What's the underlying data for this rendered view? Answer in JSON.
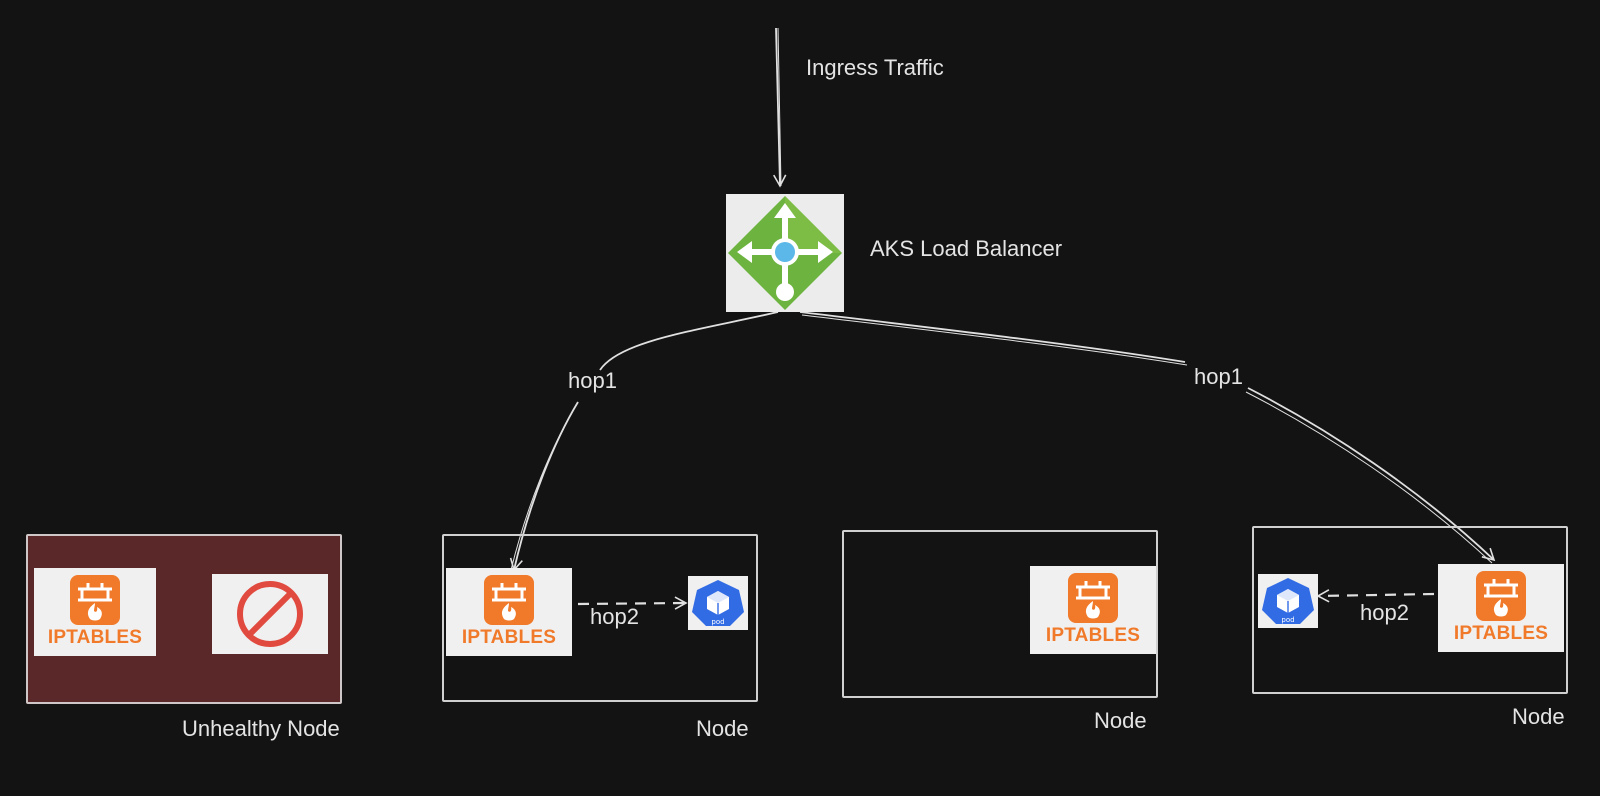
{
  "diagram": {
    "ingress_label": "Ingress Traffic",
    "load_balancer_label": "AKS Load Balancer",
    "hop1_left_label": "hop1",
    "hop1_right_label": "hop1",
    "hop2_left_label": "hop2",
    "hop2_right_label": "hop2",
    "nodes": [
      {
        "label": "Unhealthy Node",
        "status": "unhealthy"
      },
      {
        "label": "Node",
        "status": "healthy"
      },
      {
        "label": "Node",
        "status": "healthy"
      },
      {
        "label": "Node",
        "status": "healthy"
      }
    ],
    "iptables_text": "IPTABLES",
    "pod_text": "pod"
  },
  "colors": {
    "background": "#131313",
    "line": "#e0e0e0",
    "unhealthy_fill": "#5a2828",
    "iptables_orange": "#f07a2a",
    "pod_blue": "#326ce5",
    "lb_green": "#6db33f",
    "lb_center_blue": "#5bb8e8",
    "block_red": "#e04a3f"
  },
  "icons": [
    "firewall-icon",
    "kubernetes-pod-icon",
    "load-balancer-icon",
    "prohibited-icon"
  ]
}
